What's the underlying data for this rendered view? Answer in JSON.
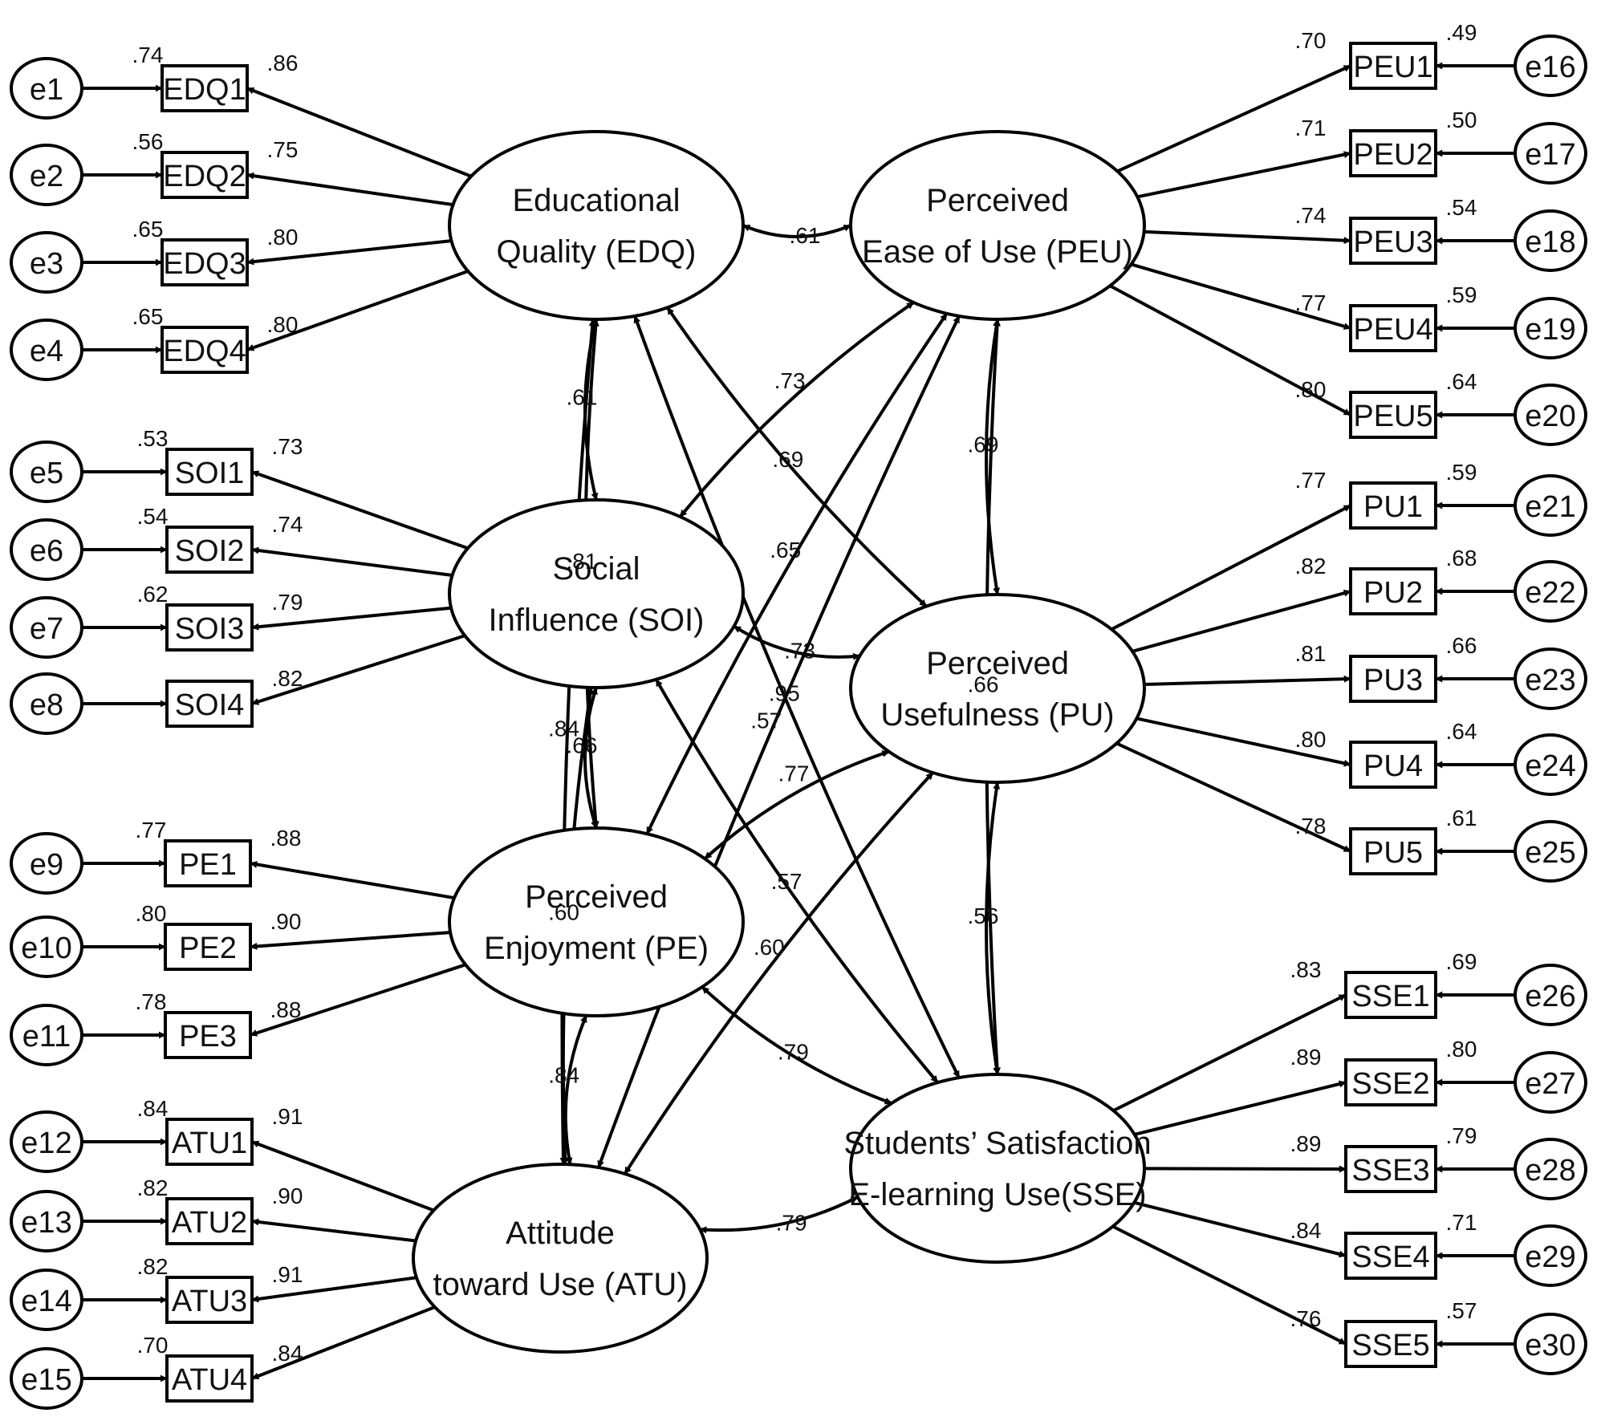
{
  "constructs": [
    {
      "id": "EDQ",
      "lines": [
        "Educational",
        "Quality (EDQ)"
      ]
    },
    {
      "id": "PEU",
      "lines": [
        "Perceived",
        "Ease of Use (PEU)"
      ]
    },
    {
      "id": "SOI",
      "lines": [
        "Social",
        "Influence (SOI)"
      ]
    },
    {
      "id": "PU",
      "lines": [
        "Perceived",
        "Usefulness (PU)"
      ]
    },
    {
      "id": "PE",
      "lines": [
        "Perceived",
        "Enjoyment (PE)"
      ]
    },
    {
      "id": "SSE",
      "lines": [
        "Students’ Satisfaction",
        "E-learning Use(SSE)"
      ]
    },
    {
      "id": "ATU",
      "lines": [
        "Attitude",
        "toward Use (ATU)"
      ]
    }
  ],
  "indicators": [
    {
      "label": "EDQ1",
      "construct": "EDQ",
      "loading": ".86",
      "r2": ".74",
      "error": "e1"
    },
    {
      "label": "EDQ2",
      "construct": "EDQ",
      "loading": ".75",
      "r2": ".56",
      "error": "e2"
    },
    {
      "label": "EDQ3",
      "construct": "EDQ",
      "loading": ".80",
      "r2": ".65",
      "error": "e3"
    },
    {
      "label": "EDQ4",
      "construct": "EDQ",
      "loading": ".80",
      "r2": ".65",
      "error": "e4"
    },
    {
      "label": "SOI1",
      "construct": "SOI",
      "loading": ".73",
      "r2": ".53",
      "error": "e5"
    },
    {
      "label": "SOI2",
      "construct": "SOI",
      "loading": ".74",
      "r2": ".54",
      "error": "e6"
    },
    {
      "label": "SOI3",
      "construct": "SOI",
      "loading": ".79",
      "r2": ".62",
      "error": "e7"
    },
    {
      "label": "SOI4",
      "construct": "SOI",
      "loading": ".82",
      "r2": "",
      "error": "e8"
    },
    {
      "label": "PE1",
      "construct": "PE",
      "loading": ".88",
      "r2": ".77",
      "error": "e9"
    },
    {
      "label": "PE2",
      "construct": "PE",
      "loading": ".90",
      "r2": ".80",
      "error": "e10"
    },
    {
      "label": "PE3",
      "construct": "PE",
      "loading": ".88",
      "r2": ".78",
      "error": "e11"
    },
    {
      "label": "ATU1",
      "construct": "ATU",
      "loading": ".91",
      "r2": ".84",
      "error": "e12"
    },
    {
      "label": "ATU2",
      "construct": "ATU",
      "loading": ".90",
      "r2": ".82",
      "error": "e13"
    },
    {
      "label": "ATU3",
      "construct": "ATU",
      "loading": ".91",
      "r2": ".82",
      "error": "e14"
    },
    {
      "label": "ATU4",
      "construct": "ATU",
      "loading": ".84",
      "r2": ".70",
      "error": "e15"
    },
    {
      "label": "PEU1",
      "construct": "PEU",
      "loading": ".70",
      "r2": ".49",
      "error": "e16"
    },
    {
      "label": "PEU2",
      "construct": "PEU",
      "loading": ".71",
      "r2": ".50",
      "error": "e17"
    },
    {
      "label": "PEU3",
      "construct": "PEU",
      "loading": ".74",
      "r2": ".54",
      "error": "e18"
    },
    {
      "label": "PEU4",
      "construct": "PEU",
      "loading": ".77",
      "r2": ".59",
      "error": "e19"
    },
    {
      "label": "PEU5",
      "construct": "PEU",
      "loading": ".80",
      "r2": ".64",
      "error": "e20"
    },
    {
      "label": "PU1",
      "construct": "PU",
      "loading": ".77",
      "r2": ".59",
      "error": "e21"
    },
    {
      "label": "PU2",
      "construct": "PU",
      "loading": ".82",
      "r2": ".68",
      "error": "e22"
    },
    {
      "label": "PU3",
      "construct": "PU",
      "loading": ".81",
      "r2": ".66",
      "error": "e23"
    },
    {
      "label": "PU4",
      "construct": "PU",
      "loading": ".80",
      "r2": ".64",
      "error": "e24"
    },
    {
      "label": "PU5",
      "construct": "PU",
      "loading": ".78",
      "r2": ".61",
      "error": "e25"
    },
    {
      "label": "SSE1",
      "construct": "SSE",
      "loading": ".83",
      "r2": ".69",
      "error": "e26"
    },
    {
      "label": "SSE2",
      "construct": "SSE",
      "loading": ".89",
      "r2": ".80",
      "error": "e27"
    },
    {
      "label": "SSE3",
      "construct": "SSE",
      "loading": ".89",
      "r2": ".79",
      "error": "e28"
    },
    {
      "label": "SSE4",
      "construct": "SSE",
      "loading": ".84",
      "r2": ".71",
      "error": "e29"
    },
    {
      "label": "SSE5",
      "construct": "SSE",
      "loading": ".76",
      "r2": ".57",
      "error": "e30"
    }
  ],
  "correlations": [
    {
      "a": "EDQ",
      "b": "PEU",
      "value": ".61"
    },
    {
      "a": "EDQ",
      "b": "SOI",
      "value": ".61"
    },
    {
      "a": "EDQ",
      "b": "PU",
      "value": ".69"
    },
    {
      "a": "EDQ",
      "b": "PE",
      "value": ".81"
    },
    {
      "a": "EDQ",
      "b": "SSE",
      "value": ".95"
    },
    {
      "a": "EDQ",
      "b": "ATU",
      "value": ".84"
    },
    {
      "a": "PEU",
      "b": "SOI",
      "value": ".73"
    },
    {
      "a": "PEU",
      "b": "PU",
      "value": ".69"
    },
    {
      "a": "PEU",
      "b": "PE",
      "value": ".65"
    },
    {
      "a": "PEU",
      "b": "ATU",
      "value": ".57"
    },
    {
      "a": "PEU",
      "b": "SSE",
      "value": ".66"
    },
    {
      "a": "SOI",
      "b": "PU",
      "value": ".73"
    },
    {
      "a": "SOI",
      "b": "PE",
      "value": ".66"
    },
    {
      "a": "SOI",
      "b": "SSE",
      "value": ".57"
    },
    {
      "a": "SOI",
      "b": "ATU",
      "value": ".60"
    },
    {
      "a": "PU",
      "b": "PE",
      "value": ".77"
    },
    {
      "a": "PU",
      "b": "ATU",
      "value": ".60"
    },
    {
      "a": "PU",
      "b": "SSE",
      "value": ".56"
    },
    {
      "a": "PE",
      "b": "SSE",
      "value": ".79"
    },
    {
      "a": "PE",
      "b": "ATU",
      "value": ".84"
    },
    {
      "a": "ATU",
      "b": "SSE",
      "value": ".79"
    }
  ]
}
